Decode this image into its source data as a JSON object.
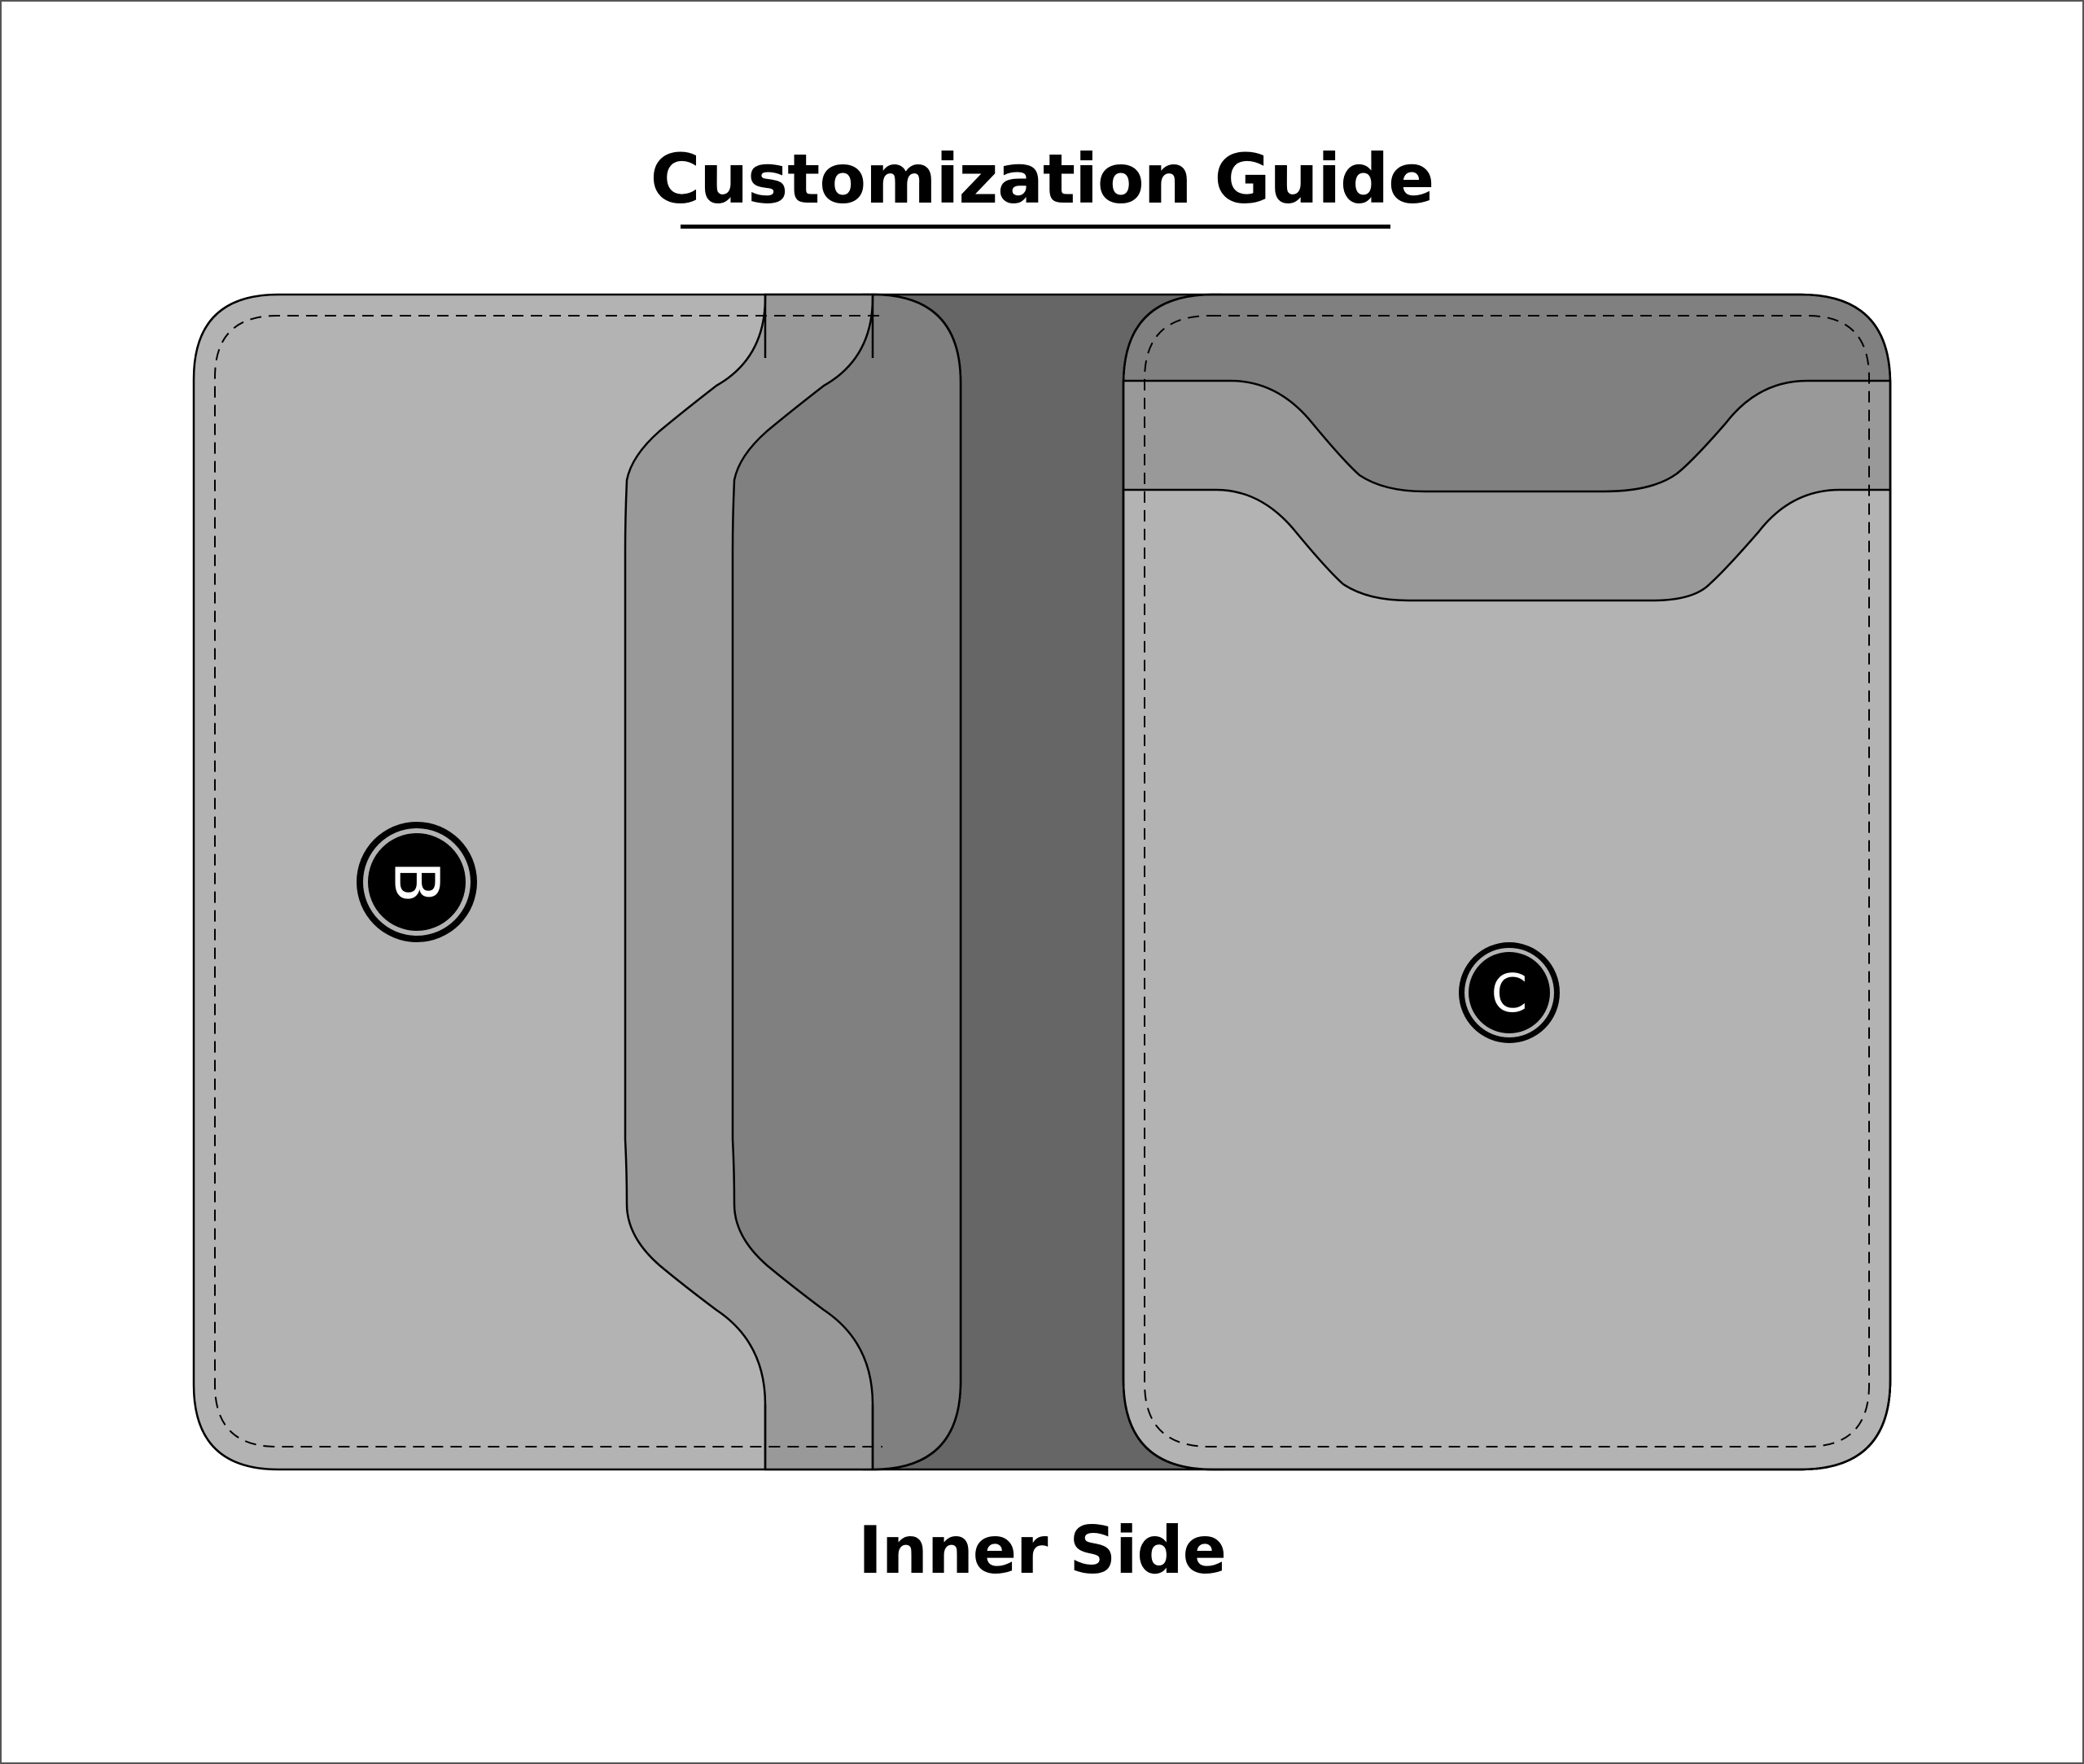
{
  "title": "Customization Guide",
  "subtitle": "Inner Side",
  "labels": {
    "left_panel": "B",
    "right_panel": "C"
  },
  "colors": {
    "panel_light": "#b3b3b3",
    "pocket_mid": "#999999",
    "pocket_dark": "#808080",
    "spine": "#666666",
    "outline": "#000000",
    "badge_fill": "#000000",
    "badge_ring": "#b3b3b3"
  }
}
